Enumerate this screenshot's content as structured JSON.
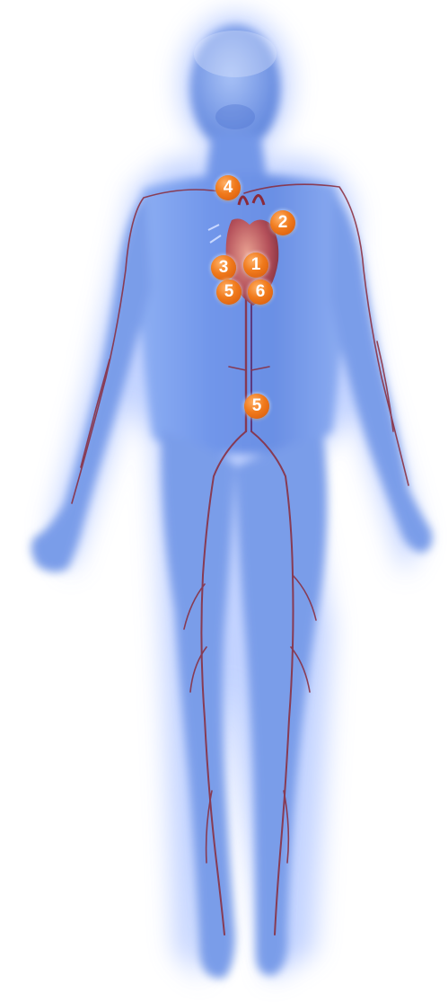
{
  "markers": [
    {
      "label": "4"
    },
    {
      "label": "2"
    },
    {
      "label": "3"
    },
    {
      "label": "1"
    },
    {
      "label": "5"
    },
    {
      "label": "6"
    },
    {
      "label": "5"
    }
  ],
  "colors": {
    "body_glow": "#b9ccff",
    "body_core": "#6f93e6",
    "body_shadow": "#4a6fcf",
    "artery": "#8a2a3a",
    "vein": "#5b2c6f",
    "marker_fill": "#f07a1c",
    "marker_text": "#ffffff"
  }
}
